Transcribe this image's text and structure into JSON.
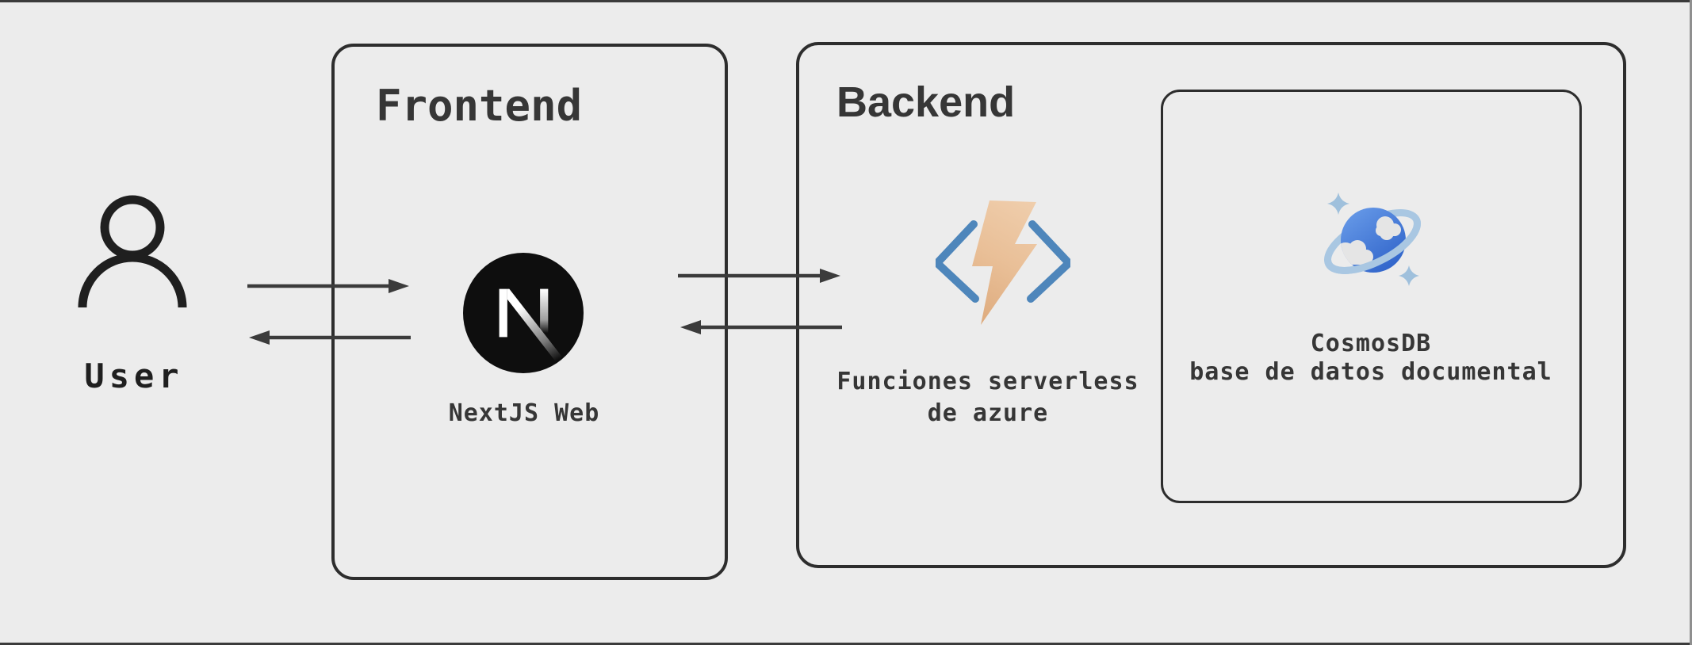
{
  "diagram": {
    "user": {
      "label": "User",
      "icon": "person-outline"
    },
    "frontend": {
      "title": "Frontend",
      "nextjs": {
        "label": "NextJS Web",
        "icon": "nextjs-logo"
      }
    },
    "backend": {
      "title": "Backend",
      "functions": {
        "label_line1": "Funciones serverless",
        "label_line2": "de azure",
        "icon": "azure-functions"
      },
      "cosmos": {
        "label_line1": "CosmosDB",
        "label_line2": "base de datos documental",
        "icon": "cosmosdb-planet"
      }
    },
    "connections": [
      {
        "from": "user",
        "to": "frontend",
        "direction": "right"
      },
      {
        "from": "frontend",
        "to": "user",
        "direction": "left"
      },
      {
        "from": "frontend",
        "to": "backend",
        "direction": "right"
      },
      {
        "from": "backend",
        "to": "frontend",
        "direction": "left"
      }
    ]
  },
  "colors": {
    "background": "#ececec",
    "stroke": "#2d2d2d",
    "text": "#363636",
    "arrow": "#3b3b3b",
    "azure-bracket-blue": "#4e86bb",
    "bolt-tan-light": "#f0cfae",
    "bolt-tan-dark": "#dca87a",
    "cosmos-planet-blue": "#3b6fd4",
    "cosmos-ring-blue": "#a9c7e2",
    "cosmos-sparkle-blue": "#9fc0dc",
    "cloud-gray": "#e5e5e5",
    "next-black": "#0e0e0e"
  }
}
